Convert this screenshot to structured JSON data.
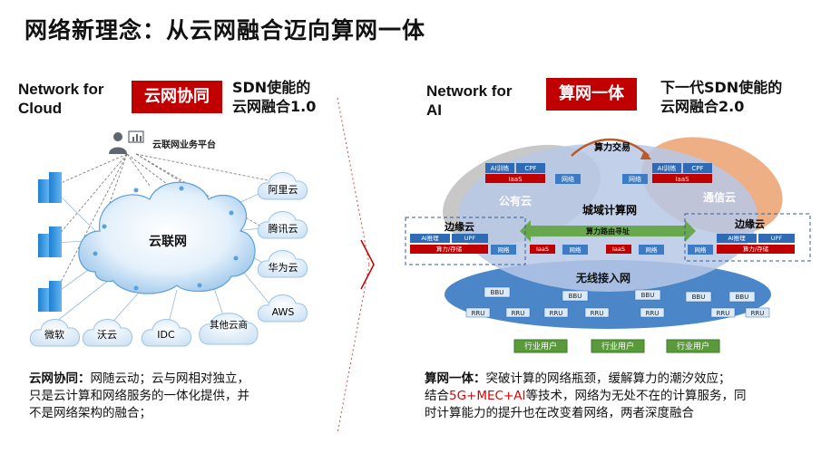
{
  "title": "网络新理念：从云网融合迈向算网一体",
  "left": {
    "network_for": [
      "Network for",
      "Cloud"
    ],
    "badge": "云网协同",
    "subtitle": [
      "SDN使能的",
      "云网融合1.0"
    ],
    "platform_label": "云联网业务平台",
    "cloud_label": "云联网",
    "clouds": [
      "阿里云",
      "腾讯云",
      "华为云",
      "AWS",
      "微软",
      "沃云",
      "IDC",
      "其他云商"
    ],
    "desc_bold": "云网协同：",
    "desc_lines": [
      "网随云动；云与网相对独立，",
      "只是云计算和网络服务的一体化提供，并",
      "不是网络架构的融合；"
    ]
  },
  "right": {
    "network_for": [
      "Network for",
      "AI"
    ],
    "badge": "算网一体",
    "subtitle": [
      "下一代SDN使能的",
      "云网融合2.0"
    ],
    "trade_label": "算力交易",
    "public_cloud": "公有云",
    "telecom_cloud": "通信云",
    "metro_label": "城域计算网",
    "routing_label": "算力路由寻址",
    "edge_cloud": "边缘云",
    "wireless_label": "无线接入网",
    "box_ai": "AI训练",
    "box_cpf": "CPF",
    "box_iaas": "IaaS",
    "box_net": "网络",
    "box_ai_infer": "AI推理",
    "box_upf": "UPF",
    "box_compute_store": "算力/存储",
    "bbu": "BBU",
    "rru": "RRU",
    "industry_user": "行业用户",
    "desc_bold": "算网一体：",
    "desc_line1": "突破计算的网络瓶颈，缓解算力的潮汐效应；",
    "desc_line2_pre": "结合",
    "desc_line2_hl": "5G+MEC+AI",
    "desc_line2_post": "等技术，网络为无处不在的计算服务，同",
    "desc_line3": "时计算能力的提升也在改变着网络，两者深度融合"
  },
  "colors": {
    "red": "#c00000",
    "blue": "#4a86c8",
    "green_box": "#5a9a3a"
  }
}
